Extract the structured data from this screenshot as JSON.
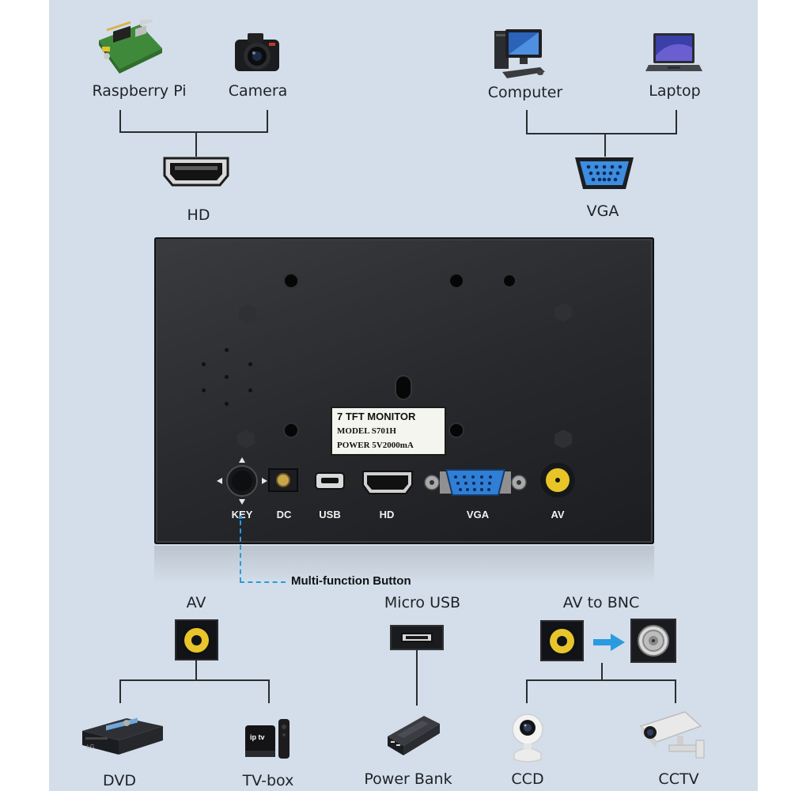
{
  "devices": {
    "raspberry_pi": "Raspberry Pi",
    "camera": "Camera",
    "computer": "Computer",
    "laptop": "Laptop",
    "dvd": "DVD",
    "tv_box": "TV-box",
    "power_bank": "Power Bank",
    "ccd": "CCD",
    "cctv": "CCTV"
  },
  "connectors": {
    "hd": "HD",
    "vga": "VGA",
    "av": "AV",
    "micro_usb": "Micro USB",
    "av_to_bnc": "AV to BNC"
  },
  "panel": {
    "sticker_title": "7 TFT MONITOR",
    "sticker_model": "MODEL  S701H",
    "sticker_power": "POWER  5V2000mA",
    "ports": [
      "KEY",
      "DC",
      "USB",
      "HD",
      "VGA",
      "AV"
    ],
    "callout": "Multi-function Button"
  },
  "colors": {
    "background": "#d3deea",
    "panel": "#2a2c2f",
    "av_jack": "#e7c526",
    "vga_port": "#2f7fd6",
    "arrow": "#2a9be0",
    "callout_line": "#2a9be0"
  },
  "icons": [
    "raspberry-pi-board-icon",
    "camera-icon",
    "computer-icon",
    "laptop-icon",
    "hdmi-port-icon",
    "vga-port-icon",
    "av-jack-icon",
    "bnc-jack-icon",
    "usb-port-icon",
    "dvd-player-icon",
    "tv-box-icon",
    "power-bank-icon",
    "ccd-camera-icon",
    "cctv-camera-icon",
    "arrow-right-icon"
  ]
}
